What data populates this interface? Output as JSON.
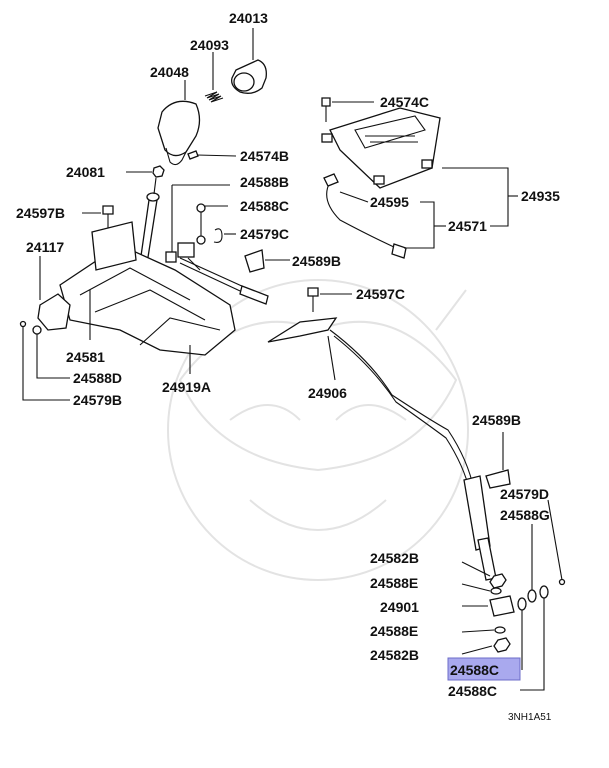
{
  "diagram_code": "3NH1A51",
  "highlight_color": "#a9a9ee",
  "labels": {
    "p24013": "24013",
    "p24093": "24093",
    "p24048": "24048",
    "p24081": "24081",
    "p24574B": "24574B",
    "p24588B": "24588B",
    "p24588C_top": "24588C",
    "p24579C": "24579C",
    "p24597B": "24597B",
    "p24117": "24117",
    "p24589B_top": "24589B",
    "p24574C": "24574C",
    "p24595": "24595",
    "p24571": "24571",
    "p24935": "24935",
    "p24597C": "24597C",
    "p24581": "24581",
    "p24588D": "24588D",
    "p24579B": "24579B",
    "p24919A": "24919A",
    "p24906": "24906",
    "p24589B_right": "24589B",
    "p24579D": "24579D",
    "p24588G": "24588G",
    "p24582B_upper": "24582B",
    "p24588E_upper": "24588E",
    "p24901": "24901",
    "p24588E_lower": "24588E",
    "p24582B_lower": "24582B",
    "p24588C_highlight": "24588C",
    "p24588C_bottom": "24588C"
  }
}
